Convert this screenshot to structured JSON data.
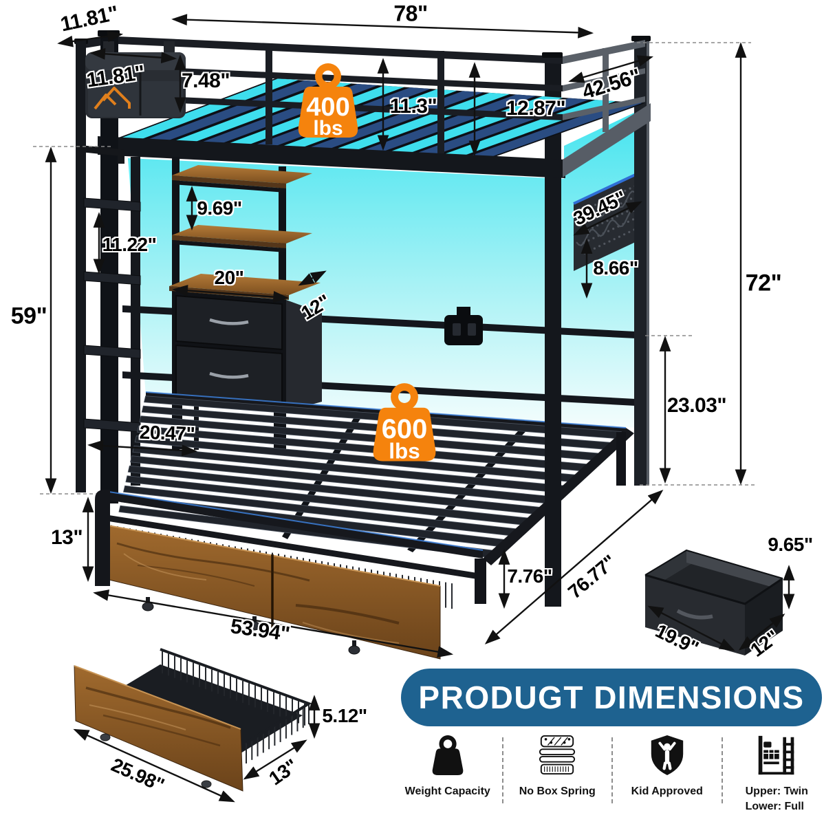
{
  "banner": {
    "label": "PRODUGT DIMENSIONS"
  },
  "badges": {
    "upper": {
      "value": "400",
      "unit": "lbs"
    },
    "lower": {
      "value": "600",
      "unit": "lbs"
    }
  },
  "dimensions": {
    "top_depth": "11.81\"",
    "top_length": "78\"",
    "pocket_width": "11.81\"",
    "pocket_height": "7.48\"",
    "guardrail_inner_height": "11.3\"",
    "guardrail_outer_height": "12.87\"",
    "upper_bed_width": "42.56\"",
    "led_board_length": "39.45\"",
    "led_board_height": "8.66\"",
    "overall_height": "72\"",
    "shelf_spacing": "9.69\"",
    "ladder_rung_spacing": "11.22\"",
    "cabinet_width": "20\"",
    "cabinet_depth": "12\"",
    "left_clearance_height": "59\"",
    "lower_clearance_height": "23.03\"",
    "post_inset": "20.47\"",
    "headboard_height": "13\"",
    "drawer_span": "53.94\"",
    "side_rail_height": "7.76\"",
    "lower_bed_length": "76.77\"",
    "bin_height": "9.65\"",
    "bin_width": "19.9\"",
    "bin_depth": "12\"",
    "trundle_height": "5.12\"",
    "trundle_length": "25.98\"",
    "trundle_depth": "13\""
  },
  "features": [
    {
      "icon": "weight-icon",
      "label": "Weight Capacity"
    },
    {
      "icon": "mattress-icon",
      "label": "No Box Spring"
    },
    {
      "icon": "shield-kid-icon",
      "label": "Kid Approved"
    },
    {
      "icon": "bunk-bed-icon",
      "label": "Upper:  Twin",
      "label2": "Lower:  Full"
    }
  ],
  "colors": {
    "accent_orange": "#F5830D",
    "banner_blue": "#1E6290",
    "glow_cyan": "#40E2EE",
    "slat_navy": "#2A4C82",
    "wood_brown": "#8A5A28",
    "metal_black": "#14171C"
  }
}
